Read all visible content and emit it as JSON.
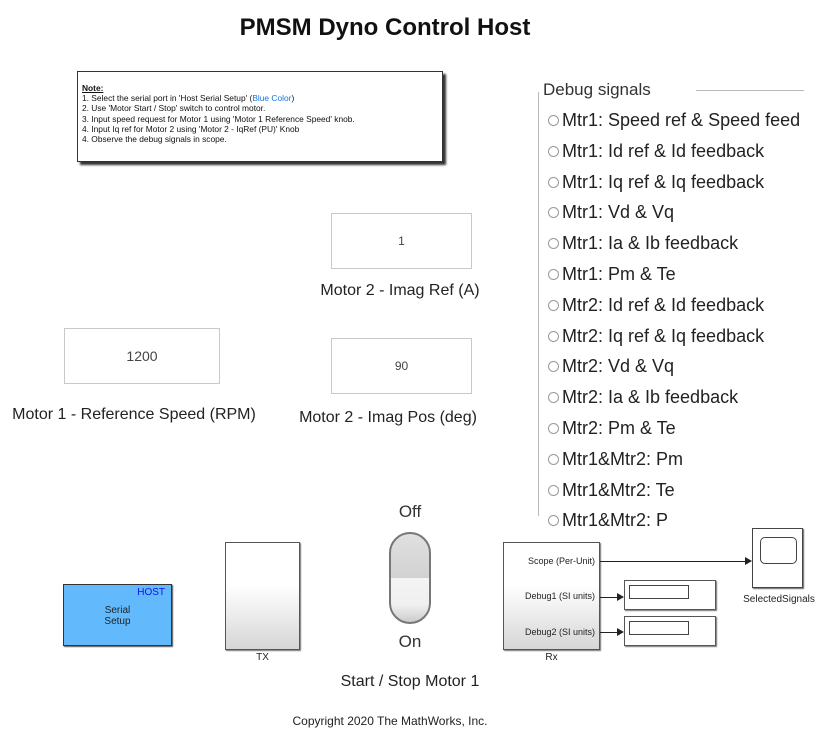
{
  "title": "PMSM Dyno Control Host",
  "note": {
    "heading": "Note:",
    "line1_prefix": "1. Select the serial port in 'Host Serial Setup' (",
    "line1_blue": "Blue Color",
    "line1_suffix": ")",
    "line2": "2. Use 'Motor Start / Stop' switch to control motor.",
    "line3": "3. Input speed request for Motor 1 using 'Motor 1 Reference Speed' knob.",
    "line4": "4. Input Iq ref for Motor 2 using 'Motor 2 - IqRef (PU)' Knob",
    "line5": "4. Observe the debug signals in scope.",
    "blue_color": "#1a73e8"
  },
  "displays": {
    "motor2_imag_ref": {
      "value": "1",
      "label": "Motor 2 - Imag Ref (A)"
    },
    "motor1_ref_speed": {
      "value": "1200",
      "label": "Motor 1 - Reference Speed (RPM)"
    },
    "motor2_imag_pos": {
      "value": "90",
      "label": "Motor 2 - Imag Pos (deg)"
    }
  },
  "debug_signals": {
    "legend": "Debug signals",
    "options": [
      "Mtr1: Speed ref & Speed feed",
      "Mtr1: Id ref & Id feedback",
      "Mtr1: Iq ref & Iq feedback",
      "Mtr1: Vd & Vq",
      "Mtr1: Ia & Ib feedback",
      "Mtr1: Pm & Te",
      "Mtr2: Id ref & Id feedback",
      "Mtr2: Iq ref & Iq feedback",
      "Mtr2: Vd & Vq",
      "Mtr2: Ia & Ib feedback",
      "Mtr2: Pm & Te",
      "Mtr1&Mtr2: Pm",
      "Mtr1&Mtr2: Te",
      "Mtr1&Mtr2: P"
    ]
  },
  "blocks": {
    "serial_setup": {
      "tag": "HOST",
      "line1": "Serial",
      "line2": "Setup",
      "color": "#62b9fb"
    },
    "tx": {
      "label": "TX"
    },
    "switch": {
      "off_label": "Off",
      "on_label": "On",
      "label": "Start / Stop Motor 1",
      "state": "Off"
    },
    "rx": {
      "label": "Rx",
      "ports": [
        "Scope (Per-Unit)",
        "Debug1 (SI units)",
        "Debug2 (SI units)"
      ]
    },
    "scope": {
      "label": "SelectedSignals"
    }
  },
  "footer": {
    "copyright": "Copyright 2020 The MathWorks, Inc."
  }
}
